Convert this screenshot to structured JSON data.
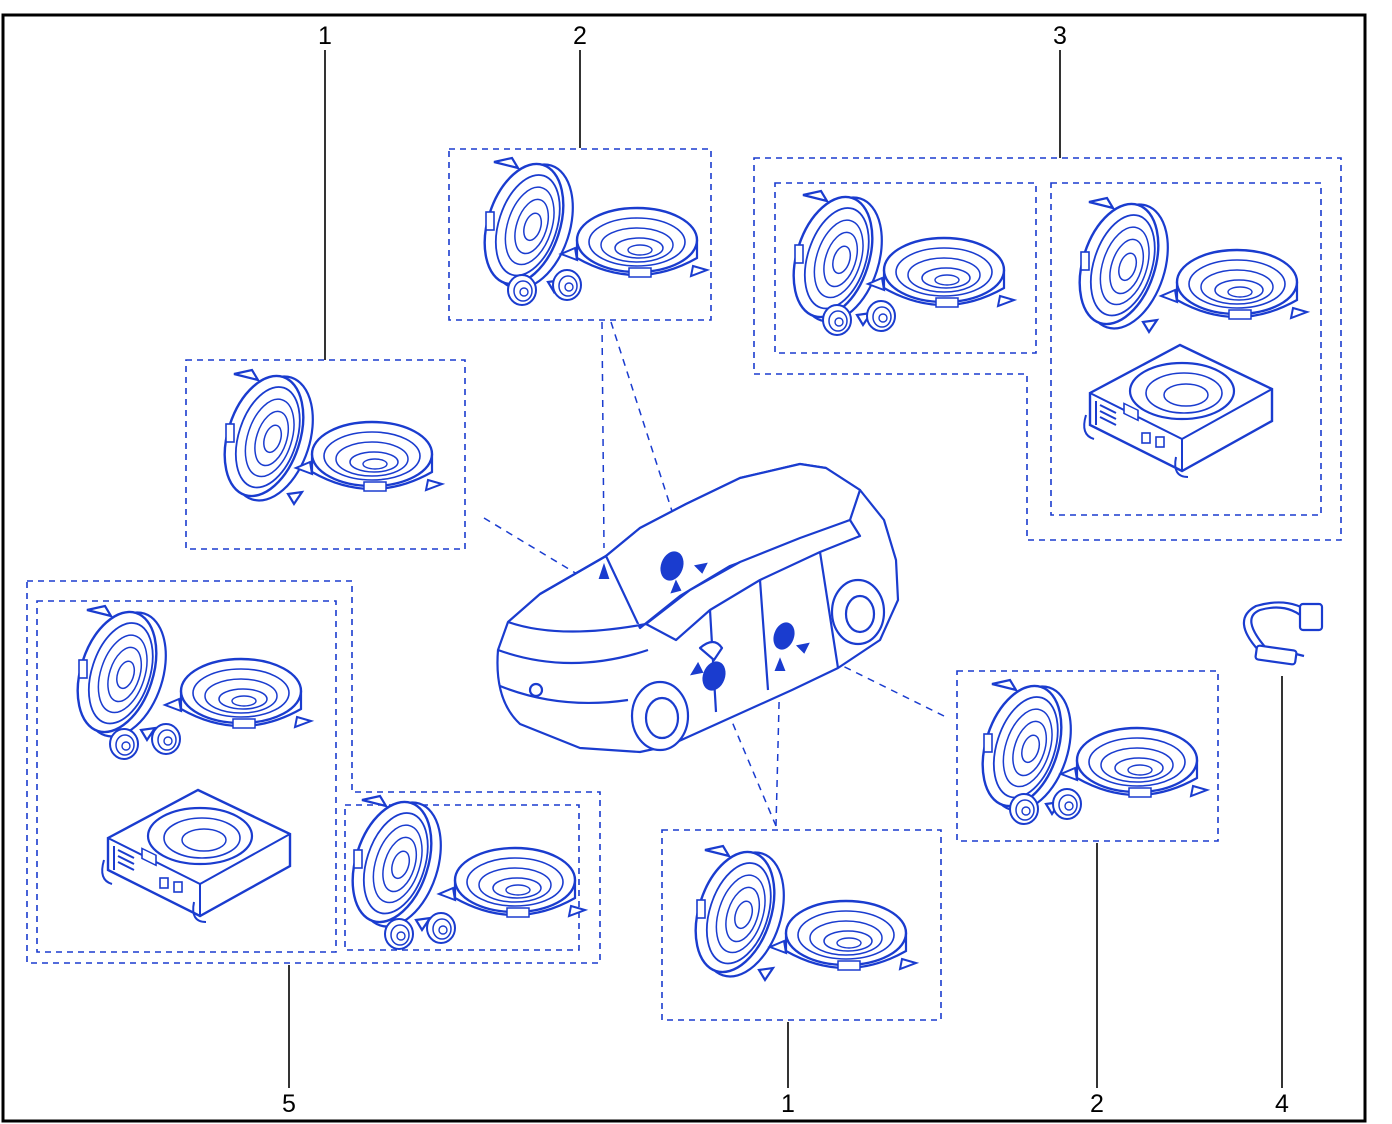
{
  "diagram": {
    "callouts": [
      {
        "id": "c1-top",
        "label": "1"
      },
      {
        "id": "c2-top",
        "label": "2"
      },
      {
        "id": "c3-top",
        "label": "3"
      },
      {
        "id": "c5-bottom",
        "label": "5"
      },
      {
        "id": "c1-bottom",
        "label": "1"
      },
      {
        "id": "c2-bottom",
        "label": "2"
      },
      {
        "id": "c4-bottom",
        "label": "4"
      }
    ],
    "colors": {
      "ink": "#1a3ccf",
      "frame": "#000000",
      "text": "#000000",
      "background": "#ffffff"
    }
  }
}
